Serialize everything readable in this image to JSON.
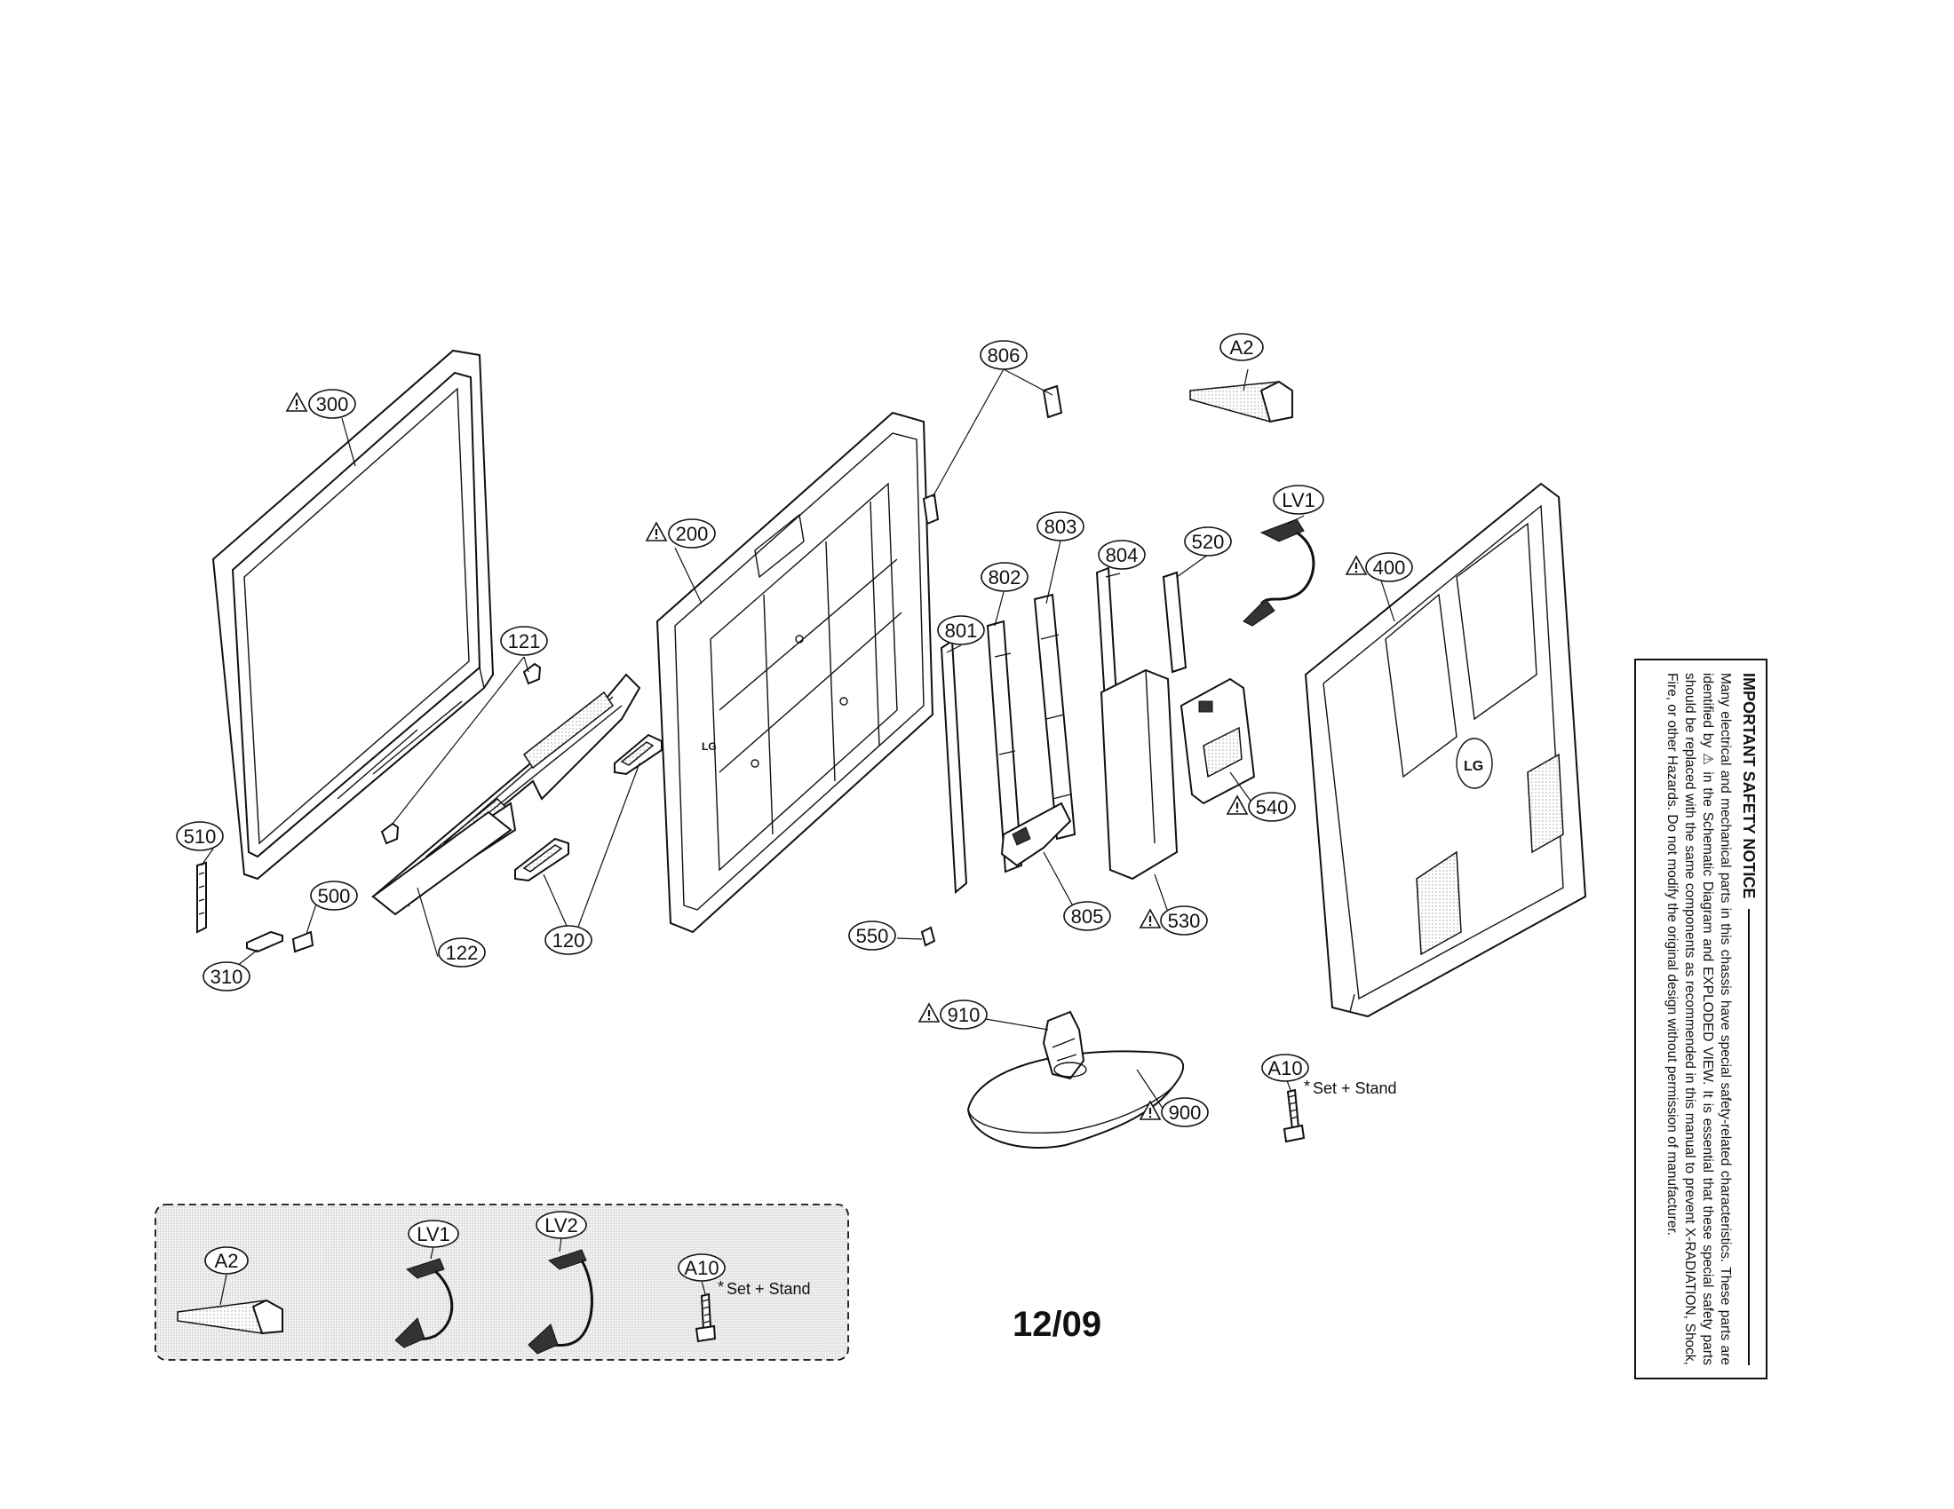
{
  "callouts": {
    "c300": "300",
    "c200": "200",
    "c121": "121",
    "c510": "510",
    "c500": "500",
    "c310": "310",
    "c122": "122",
    "c120": "120",
    "c806": "806",
    "cA2": "A2",
    "cLV1": "LV1",
    "c400": "400",
    "c803": "803",
    "c804": "804",
    "c520": "520",
    "c802": "802",
    "c801": "801",
    "c540": "540",
    "c550": "550",
    "c805": "805",
    "c530": "530",
    "c910": "910",
    "c900": "900",
    "cA10": "A10",
    "iA2": "A2",
    "iLV1": "LV1",
    "iLV2": "LV2",
    "iA10": "A10"
  },
  "notes": {
    "set_stand_main": "Set + Stand",
    "set_stand_inset": "Set + Stand"
  },
  "brand_logo": "LG",
  "date_code": "12/09",
  "safety_notice": {
    "title": "IMPORTANT SAFETY NOTICE",
    "body": "Many electrical and mechanical parts in this chassis have special safety-related characteristics. These parts are identified by ⚠ in the Schematic Diagram and EXPLODED VIEW. It is essential that these special safety parts should be replaced with the same components as recommended in this manual to prevent X-RADIATION, Shock, Fire, or other Hazards. Do not modify the original design without permission of manufacturer."
  },
  "icons": {
    "warning": "warning-triangle-icon"
  }
}
